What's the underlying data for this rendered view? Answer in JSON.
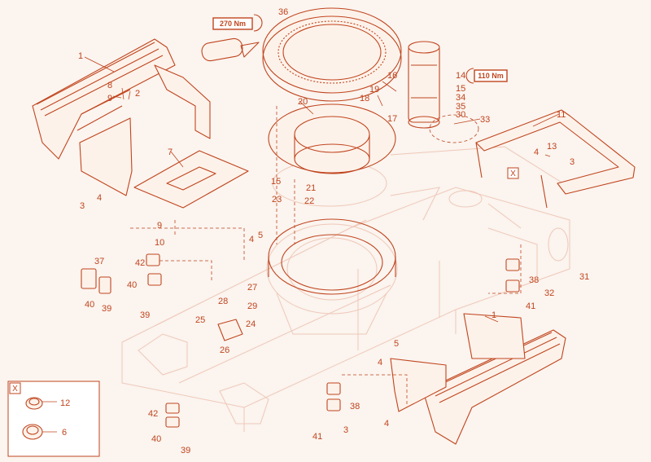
{
  "torque_callouts": [
    {
      "id": "tq-270",
      "value": "270 Nm"
    },
    {
      "id": "tq-110",
      "value": "110 Nm"
    }
  ],
  "detail_labels": {
    "main": "X",
    "inset": "X"
  },
  "callouts": [
    {
      "id": "c1a",
      "text": "1"
    },
    {
      "id": "c1b",
      "text": "1"
    },
    {
      "id": "c2",
      "text": "2"
    },
    {
      "id": "c3a",
      "text": "3"
    },
    {
      "id": "c3b",
      "text": "3"
    },
    {
      "id": "c3c",
      "text": "3"
    },
    {
      "id": "c4a",
      "text": "4"
    },
    {
      "id": "c4b",
      "text": "4"
    },
    {
      "id": "c4c",
      "text": "4"
    },
    {
      "id": "c4d",
      "text": "4"
    },
    {
      "id": "c4e",
      "text": "4"
    },
    {
      "id": "c5a",
      "text": "5"
    },
    {
      "id": "c5b",
      "text": "5"
    },
    {
      "id": "c6",
      "text": "6"
    },
    {
      "id": "c7",
      "text": "7"
    },
    {
      "id": "c8",
      "text": "8"
    },
    {
      "id": "c9a",
      "text": "9"
    },
    {
      "id": "c9b",
      "text": "9"
    },
    {
      "id": "c10",
      "text": "10"
    },
    {
      "id": "c11",
      "text": "11"
    },
    {
      "id": "c12",
      "text": "12"
    },
    {
      "id": "c13",
      "text": "13"
    },
    {
      "id": "c14",
      "text": "14"
    },
    {
      "id": "c15a",
      "text": "15"
    },
    {
      "id": "c15b",
      "text": "15"
    },
    {
      "id": "c16",
      "text": "16"
    },
    {
      "id": "c17",
      "text": "17"
    },
    {
      "id": "c18",
      "text": "18"
    },
    {
      "id": "c19",
      "text": "19"
    },
    {
      "id": "c20",
      "text": "20"
    },
    {
      "id": "c21",
      "text": "21"
    },
    {
      "id": "c22",
      "text": "22"
    },
    {
      "id": "c23",
      "text": "23"
    },
    {
      "id": "c24",
      "text": "24"
    },
    {
      "id": "c25",
      "text": "25"
    },
    {
      "id": "c26",
      "text": "26"
    },
    {
      "id": "c27",
      "text": "27"
    },
    {
      "id": "c28",
      "text": "28"
    },
    {
      "id": "c29",
      "text": "29"
    },
    {
      "id": "c30",
      "text": "30"
    },
    {
      "id": "c31",
      "text": "31"
    },
    {
      "id": "c32",
      "text": "32"
    },
    {
      "id": "c33",
      "text": "33"
    },
    {
      "id": "c34",
      "text": "34"
    },
    {
      "id": "c35",
      "text": "35"
    },
    {
      "id": "c36",
      "text": "36"
    },
    {
      "id": "c37",
      "text": "37"
    },
    {
      "id": "c38a",
      "text": "38"
    },
    {
      "id": "c38b",
      "text": "38"
    },
    {
      "id": "c39a",
      "text": "39"
    },
    {
      "id": "c39b",
      "text": "39"
    },
    {
      "id": "c39c",
      "text": "39"
    },
    {
      "id": "c40a",
      "text": "40"
    },
    {
      "id": "c40b",
      "text": "40"
    },
    {
      "id": "c40c",
      "text": "40"
    },
    {
      "id": "c41a",
      "text": "41"
    },
    {
      "id": "c41b",
      "text": "41"
    },
    {
      "id": "c42a",
      "text": "42"
    },
    {
      "id": "c42b",
      "text": "42"
    }
  ]
}
